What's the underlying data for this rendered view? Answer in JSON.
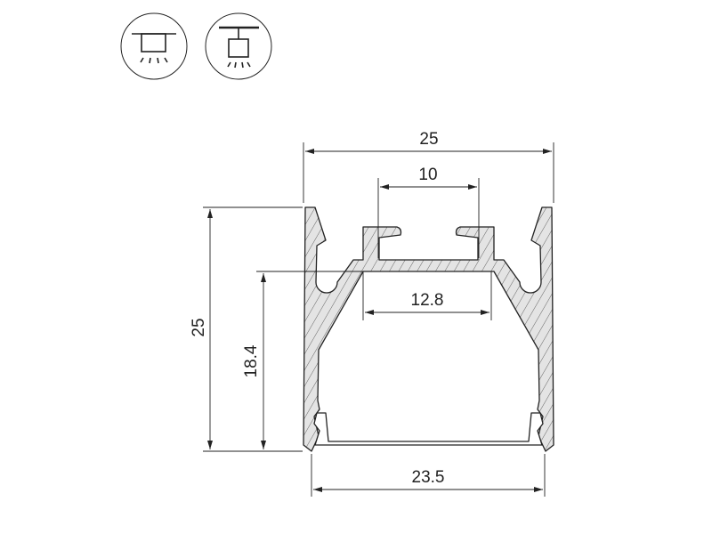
{
  "icons": [
    {
      "name": "surface-mount-light-icon"
    },
    {
      "name": "suspended-light-icon"
    }
  ],
  "dimensions": {
    "overall_width": "25",
    "slot_width": "10",
    "inner_top_width": "12.8",
    "diffuser_width": "23.5",
    "overall_height": "25",
    "inner_height": "18.4"
  },
  "colors": {
    "profile_fill": "#e4e4e4",
    "line": "#222222"
  }
}
